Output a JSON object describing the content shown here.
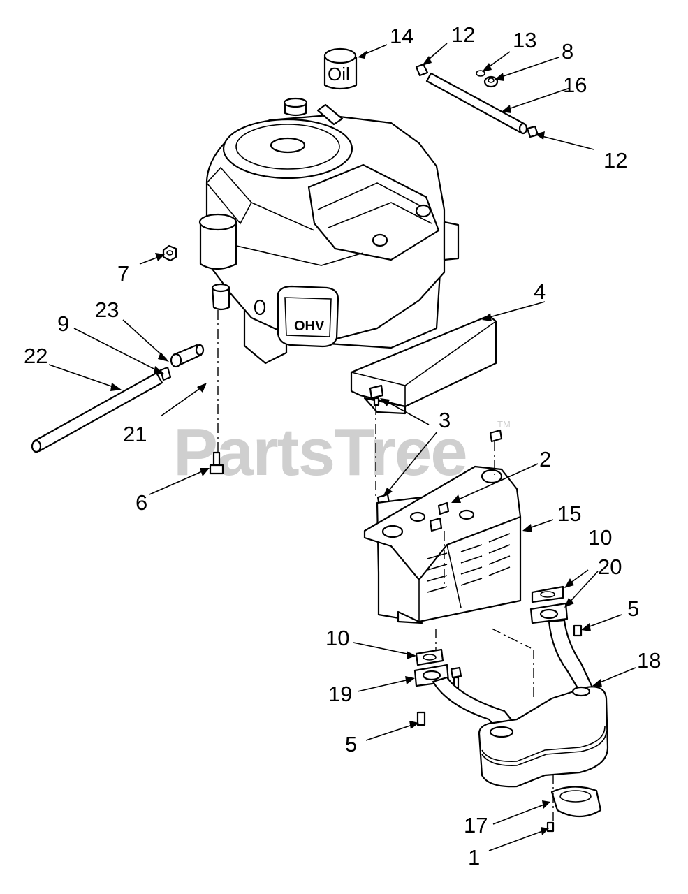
{
  "watermark": {
    "text": "PartsTree",
    "trademark": "TM"
  },
  "oil_label": "Oil",
  "engine_badge": "OHV",
  "callouts": [
    {
      "id": "c14a",
      "text": "14"
    },
    {
      "id": "c12a",
      "text": "12"
    },
    {
      "id": "c13",
      "text": "13"
    },
    {
      "id": "c8",
      "text": "8"
    },
    {
      "id": "c16",
      "text": "16"
    },
    {
      "id": "c12b",
      "text": "12"
    },
    {
      "id": "c7",
      "text": "7"
    },
    {
      "id": "c23",
      "text": "23"
    },
    {
      "id": "c9",
      "text": "9"
    },
    {
      "id": "c22",
      "text": "22"
    },
    {
      "id": "c21",
      "text": "21"
    },
    {
      "id": "c4",
      "text": "4"
    },
    {
      "id": "c3",
      "text": "3"
    },
    {
      "id": "c2",
      "text": "2"
    },
    {
      "id": "c6",
      "text": "6"
    },
    {
      "id": "c15",
      "text": "15"
    },
    {
      "id": "c10a",
      "text": "10"
    },
    {
      "id": "c20",
      "text": "20"
    },
    {
      "id": "c5a",
      "text": "5"
    },
    {
      "id": "c10b",
      "text": "10"
    },
    {
      "id": "c18",
      "text": "18"
    },
    {
      "id": "c19",
      "text": "19"
    },
    {
      "id": "c5b",
      "text": "5"
    },
    {
      "id": "c17",
      "text": "17"
    },
    {
      "id": "c1",
      "text": "1"
    }
  ]
}
